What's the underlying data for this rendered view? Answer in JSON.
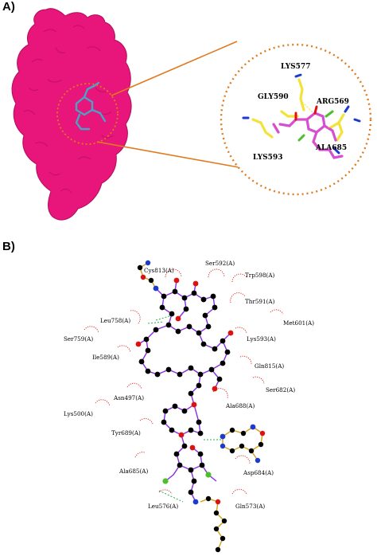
{
  "panel_a": {
    "label": "A)",
    "zoom_labels": [
      {
        "id": "lys577",
        "text": "LYS577"
      },
      {
        "id": "gly590",
        "text": "GLY590"
      },
      {
        "id": "arg569",
        "text": "ARG569"
      },
      {
        "id": "lys593",
        "text": "LYS593"
      },
      {
        "id": "ala685",
        "text": "ALA685"
      }
    ],
    "colors": {
      "protein": "#e8157a",
      "ligand": "#4aa3c7",
      "ring": "#e07a1f",
      "sidechain": "#f2e23a",
      "ligand_zoom": "#d64fd0"
    }
  },
  "panel_b": {
    "label": "B)",
    "residues": [
      {
        "id": "cys813",
        "text": "Cys813(A)"
      },
      {
        "id": "ser592",
        "text": "Ser592(A)"
      },
      {
        "id": "trp598",
        "text": "Trp598(A)"
      },
      {
        "id": "thr591",
        "text": "Thr591(A)"
      },
      {
        "id": "leu758",
        "text": "Leu758(A)"
      },
      {
        "id": "met601",
        "text": "Met601(A)"
      },
      {
        "id": "ser759",
        "text": "Ser759(A)"
      },
      {
        "id": "lys593",
        "text": "Lys593(A)"
      },
      {
        "id": "ile589",
        "text": "Ile589(A)"
      },
      {
        "id": "gln815",
        "text": "Gln815(A)"
      },
      {
        "id": "ser682",
        "text": "Ser682(A)"
      },
      {
        "id": "asn497",
        "text": "Asn497(A)"
      },
      {
        "id": "ala688",
        "text": "Ala688(A)"
      },
      {
        "id": "lys500",
        "text": "Lys500(A)"
      },
      {
        "id": "tyr689",
        "text": "Tyr689(A)"
      },
      {
        "id": "ala685",
        "text": "Ala685(A)"
      },
      {
        "id": "asp684",
        "text": "Asp684(A)"
      },
      {
        "id": "leu576",
        "text": "Leu576(A)"
      },
      {
        "id": "gln573",
        "text": "Gln573(A)"
      }
    ],
    "colors": {
      "bond": "#8a2be2",
      "carbon": "#000000",
      "oxygen": "#e01010",
      "nitrogen": "#1a3ad0",
      "fluorine": "#4cc02c",
      "hbond": "#22b14c",
      "hydrophobic": "#e0302a",
      "side_bond": "#d4a017"
    }
  }
}
